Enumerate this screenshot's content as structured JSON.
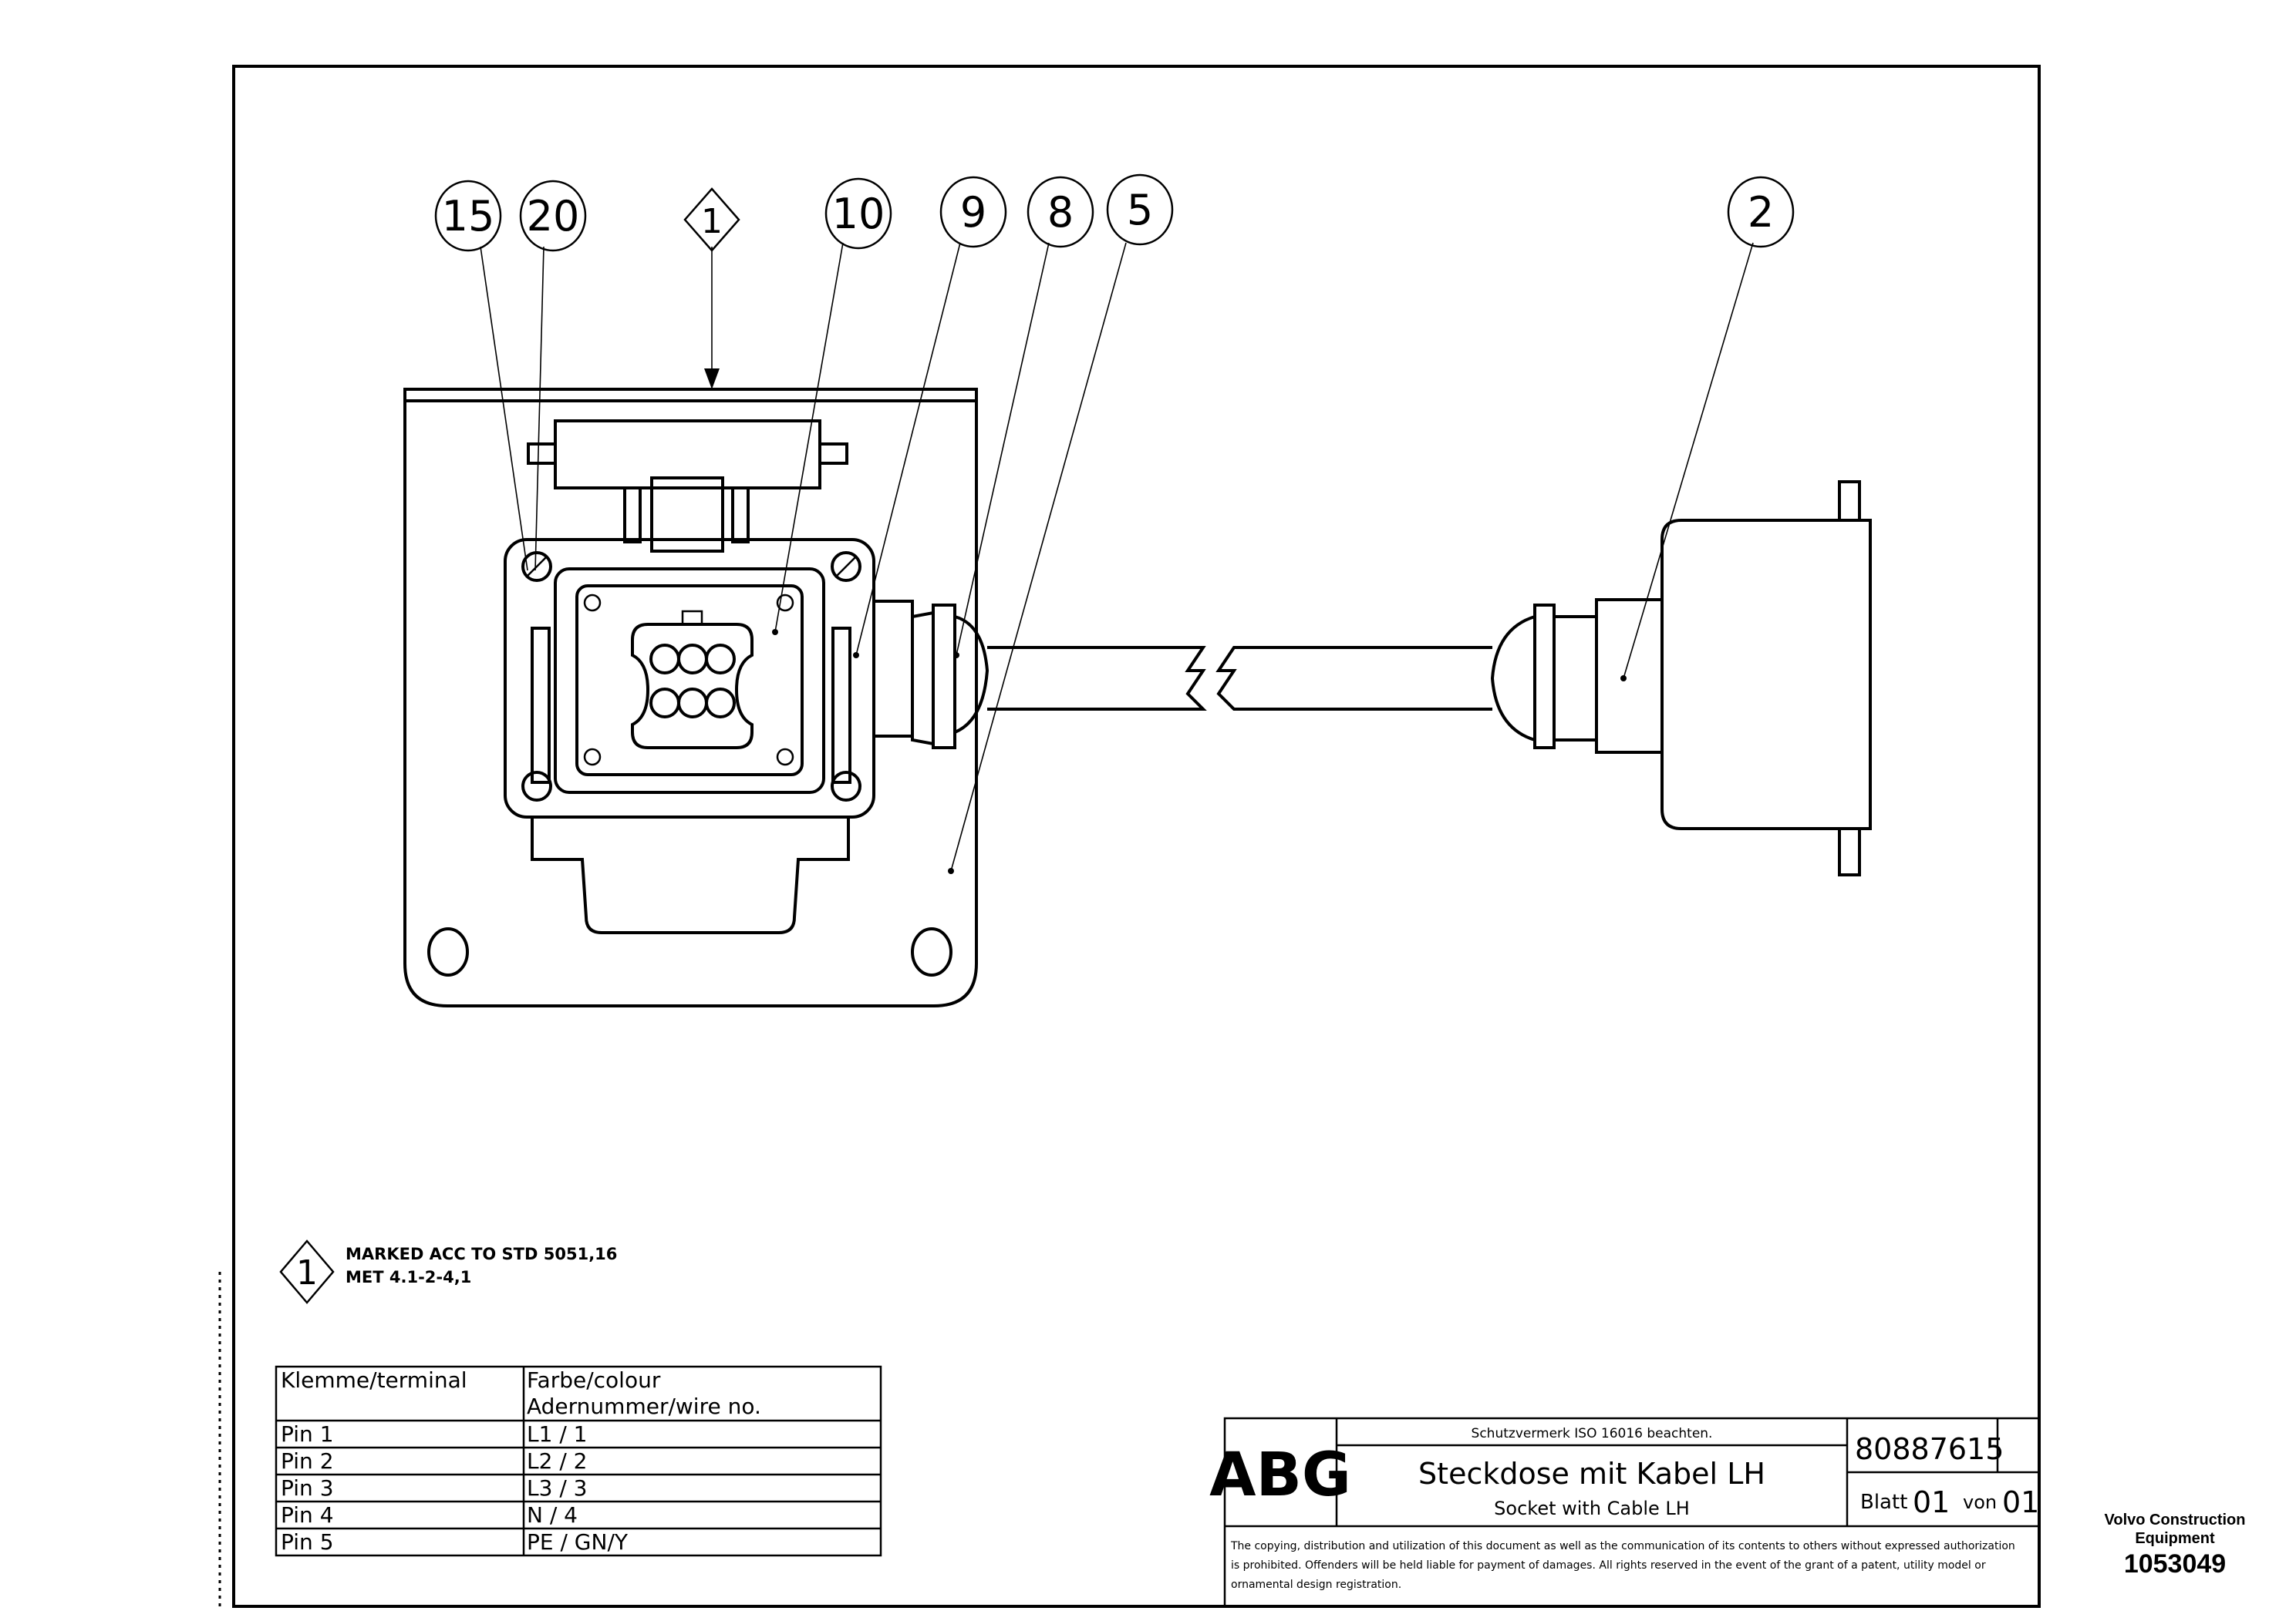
{
  "drawing": {
    "balloons": [
      {
        "id": "15",
        "label": "15"
      },
      {
        "id": "20",
        "label": "20"
      },
      {
        "id": "10",
        "label": "10"
      },
      {
        "id": "9",
        "label": "9"
      },
      {
        "id": "8",
        "label": "8"
      },
      {
        "id": "5",
        "label": "5"
      },
      {
        "id": "2",
        "label": "2"
      }
    ],
    "marker": {
      "label": "1"
    }
  },
  "note": {
    "marker_label": "1",
    "line1": "MARKED ACC TO STD 5051,16",
    "line2": "MET 4.1-2-4,1"
  },
  "wire_table": {
    "header_col1": "Klemme/terminal",
    "header_col2_line1": "Farbe/colour",
    "header_col2_line2": "Adernummer/wire no.",
    "rows": [
      {
        "terminal": "Pin 1",
        "wire": "L1 / 1"
      },
      {
        "terminal": "Pin 2",
        "wire": "L2 / 2"
      },
      {
        "terminal": "Pin 3",
        "wire": "L3 / 3"
      },
      {
        "terminal": "Pin 4",
        "wire": "N / 4"
      },
      {
        "terminal": "Pin 5",
        "wire": "PE / GN/Y"
      }
    ]
  },
  "title_block": {
    "logo": "ABG",
    "protection_note": "Schutzvermerk ISO 16016 beachten.",
    "title_de": "Steckdose mit Kabel LH",
    "title_en": "Socket with Cable LH",
    "drawing_number": "80887615",
    "sheet_label": "Blatt",
    "sheet_number": "01",
    "of_label": "von",
    "sheet_total": "01",
    "copyright_line1": "The copying, distribution and utilization of this document as well as the communication of its contents to others without expressed authorization",
    "copyright_line2": "is prohibited. Offenders will be held liable for payment of damages. All rights reserved in the event of the grant of a patent, utility model or",
    "copyright_line3": "ornamental design registration."
  },
  "volvo": {
    "brand_line1": "Volvo Construction",
    "brand_line2": "Equipment",
    "number": "1053049"
  }
}
